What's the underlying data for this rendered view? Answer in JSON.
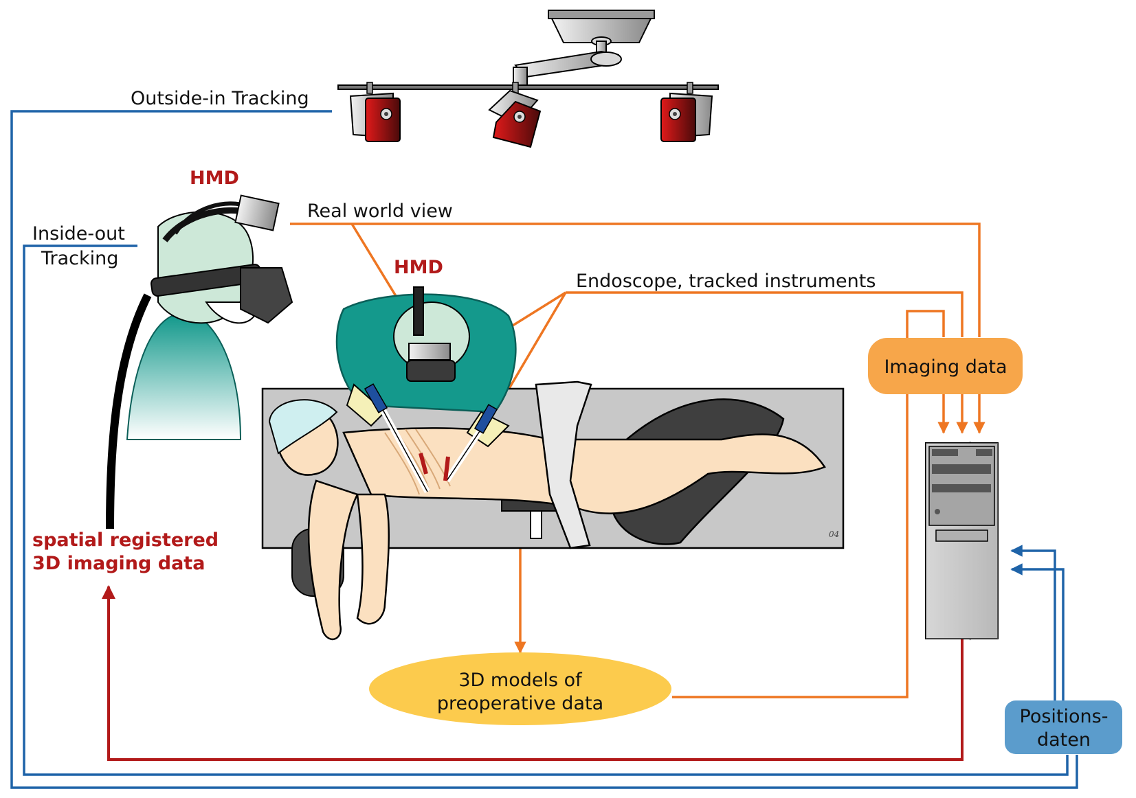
{
  "labels": {
    "outside_in": "Outside-in Tracking",
    "inside_out_1": "Inside-out",
    "inside_out_2": "Tracking",
    "hmd_left": "HMD",
    "hmd_center": "HMD",
    "real_world_view": "Real world view",
    "endoscope": "Endoscope, tracked instruments",
    "spatial_1": "spatial registered",
    "spatial_2": "3D imaging data",
    "imaging_data": "Imaging data",
    "models_1": "3D models of",
    "models_2": "preoperative data",
    "positions_1": "Positions-",
    "positions_2": "daten",
    "signature": "04"
  },
  "colors": {
    "blue_line": "#1e63a8",
    "orange_line": "#ee7622",
    "red_line": "#b21a1a",
    "imaging_box": "#f7a64a",
    "models_ellipse": "#fccb4d",
    "positions_box": "#5b9ccc",
    "table": "#c8c8c8",
    "skin": "#fbe0c0",
    "gown": "#14998c"
  }
}
